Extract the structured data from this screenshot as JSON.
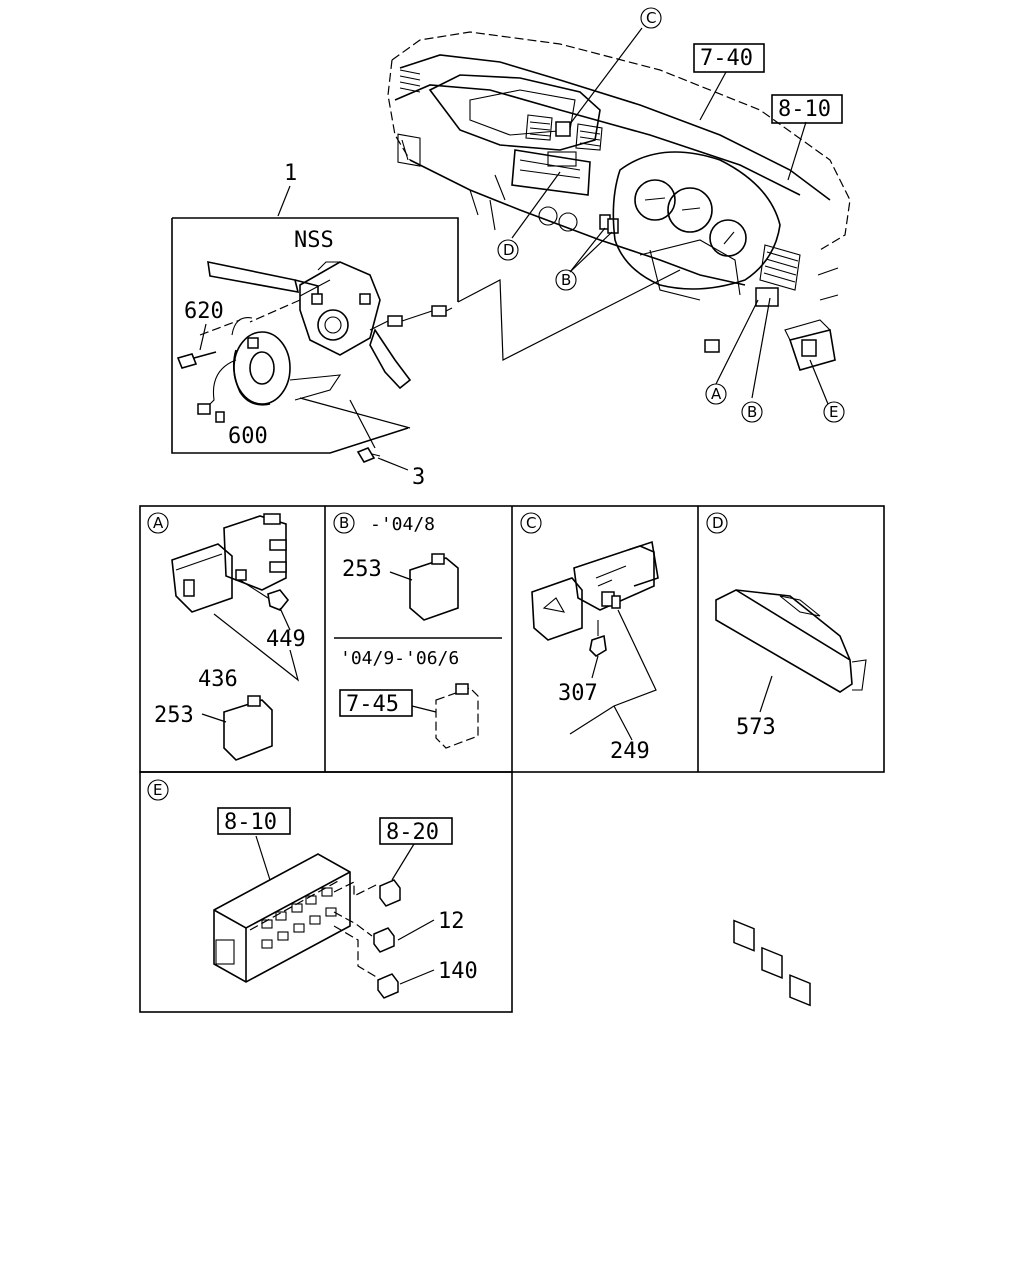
{
  "main_view": {
    "part_1": "1",
    "nss": "NSS",
    "part_620": "620",
    "part_600": "600",
    "part_3": "3",
    "ref_7_40": "7-40",
    "ref_8_10": "8-10",
    "callout_C": "C",
    "callout_D": "D",
    "callout_B": "B",
    "callout_A2": "A",
    "callout_B2": "B",
    "callout_E": "E"
  },
  "panel_A": {
    "letter": "A",
    "p449": "449",
    "p436": "436",
    "p253": "253"
  },
  "panel_B": {
    "letter": "B",
    "range1": "-'04/8",
    "p253": "253",
    "range2": "'04/9-'06/6",
    "ref_7_45": "7-45"
  },
  "panel_C": {
    "letter": "C",
    "p307": "307",
    "p249": "249"
  },
  "panel_D": {
    "letter": "D",
    "p573": "573"
  },
  "panel_E": {
    "letter": "E",
    "ref_8_10": "8-10",
    "ref_8_20": "8-20",
    "p12": "12",
    "p140": "140"
  }
}
